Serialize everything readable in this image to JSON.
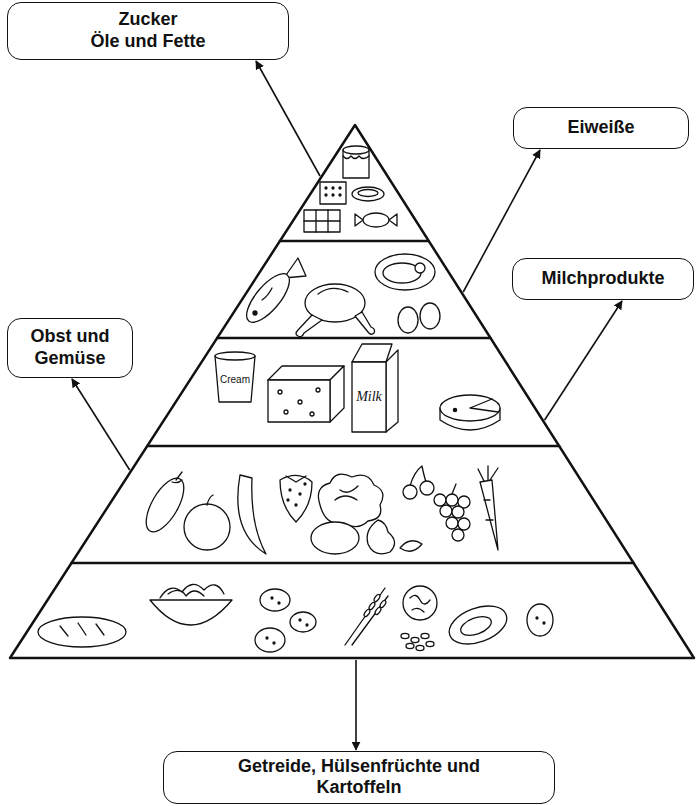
{
  "diagram": {
    "nodes": [
      {
        "text": [
          "Zucker",
          "Öle und Fette"
        ]
      },
      {
        "text": [
          "Eiweiße"
        ]
      },
      {
        "text": [
          "Milchprodukte"
        ]
      },
      {
        "text": [
          "Obst und Gemüse"
        ]
      },
      {
        "text": [
          "Getreide, Hülsenfrüchte und Kartoffeln"
        ]
      }
    ],
    "labels": [
      "Cream",
      "Milk"
    ]
  }
}
